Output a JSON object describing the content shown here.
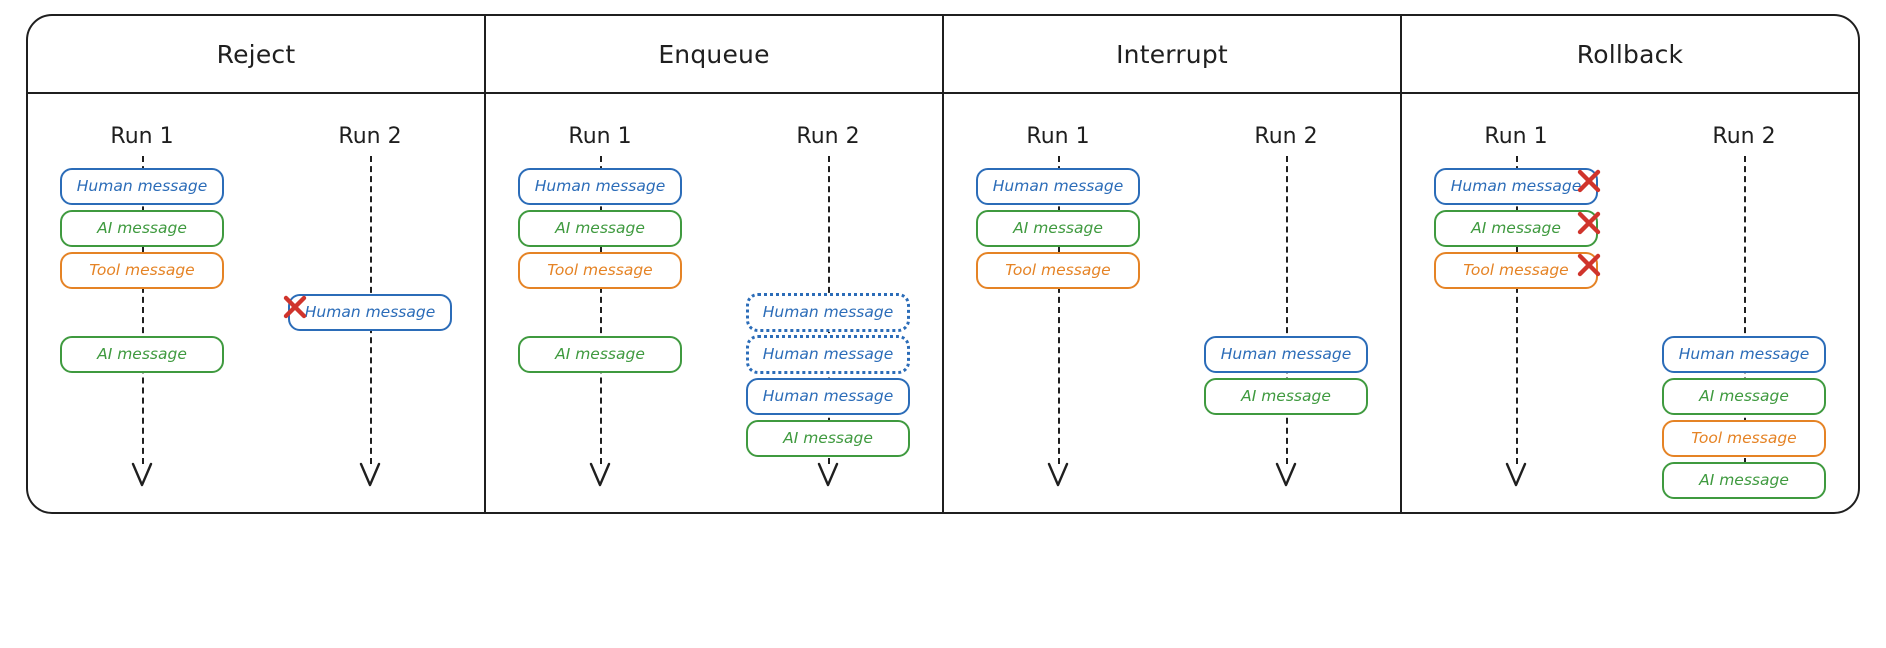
{
  "labels": {
    "human": "Human message",
    "ai": "AI message",
    "tool": "Tool message",
    "run1": "Run 1",
    "run2": "Run 2"
  },
  "colors": {
    "human": "#2b6cb8",
    "ai": "#3f9a3f",
    "tool": "#e58325",
    "reject_x": "#d0342c",
    "frame": "#1f1f1f",
    "background": "#ffffff"
  },
  "panels": [
    {
      "title": "Reject",
      "columns": [
        {
          "label": "Run 1",
          "messages": [
            {
              "type": "human",
              "text": "Human message",
              "style": "solid"
            },
            {
              "type": "ai",
              "text": "AI message",
              "style": "solid"
            },
            {
              "type": "tool",
              "text": "Tool message",
              "style": "solid"
            },
            {
              "type": "gap",
              "text": ""
            },
            {
              "type": "ai",
              "text": "AI message",
              "style": "solid"
            }
          ]
        },
        {
          "label": "Run 2",
          "messages": [
            {
              "type": "gap",
              "text": ""
            },
            {
              "type": "gap",
              "text": ""
            },
            {
              "type": "gap",
              "text": ""
            },
            {
              "type": "human",
              "text": "Human message",
              "style": "solid",
              "rejected": true
            }
          ]
        }
      ]
    },
    {
      "title": "Enqueue",
      "columns": [
        {
          "label": "Run 1",
          "messages": [
            {
              "type": "human",
              "text": "Human message",
              "style": "solid"
            },
            {
              "type": "ai",
              "text": "AI message",
              "style": "solid"
            },
            {
              "type": "tool",
              "text": "Tool message",
              "style": "solid"
            },
            {
              "type": "gap",
              "text": ""
            },
            {
              "type": "ai",
              "text": "AI message",
              "style": "solid"
            }
          ]
        },
        {
          "label": "Run 2",
          "messages": [
            {
              "type": "gap",
              "text": ""
            },
            {
              "type": "gap",
              "text": ""
            },
            {
              "type": "gap",
              "text": ""
            },
            {
              "type": "human",
              "text": "Human message",
              "style": "dotted"
            },
            {
              "type": "human",
              "text": "Human message",
              "style": "dotted"
            },
            {
              "type": "human",
              "text": "Human message",
              "style": "solid"
            },
            {
              "type": "ai",
              "text": "AI message",
              "style": "solid"
            }
          ]
        }
      ]
    },
    {
      "title": "Interrupt",
      "columns": [
        {
          "label": "Run 1",
          "messages": [
            {
              "type": "human",
              "text": "Human message",
              "style": "solid"
            },
            {
              "type": "ai",
              "text": "AI message",
              "style": "solid"
            },
            {
              "type": "tool",
              "text": "Tool message",
              "style": "solid"
            }
          ]
        },
        {
          "label": "Run 2",
          "messages": [
            {
              "type": "gap",
              "text": ""
            },
            {
              "type": "gap",
              "text": ""
            },
            {
              "type": "gap",
              "text": ""
            },
            {
              "type": "gap",
              "text": ""
            },
            {
              "type": "human",
              "text": "Human message",
              "style": "solid"
            },
            {
              "type": "ai",
              "text": "AI message",
              "style": "solid"
            }
          ]
        }
      ]
    },
    {
      "title": "Rollback",
      "columns": [
        {
          "label": "Run 1",
          "messages": [
            {
              "type": "human",
              "text": "Human message",
              "style": "solid",
              "rolledback": true
            },
            {
              "type": "ai",
              "text": "AI message",
              "style": "solid",
              "rolledback": true
            },
            {
              "type": "tool",
              "text": "Tool message",
              "style": "solid",
              "rolledback": true
            }
          ]
        },
        {
          "label": "Run 2",
          "messages": [
            {
              "type": "gap",
              "text": ""
            },
            {
              "type": "gap",
              "text": ""
            },
            {
              "type": "gap",
              "text": ""
            },
            {
              "type": "gap",
              "text": ""
            },
            {
              "type": "human",
              "text": "Human message",
              "style": "solid"
            },
            {
              "type": "ai",
              "text": "AI message",
              "style": "solid"
            },
            {
              "type": "tool",
              "text": "Tool message",
              "style": "solid"
            },
            {
              "type": "ai",
              "text": "AI message",
              "style": "solid"
            }
          ]
        }
      ]
    }
  ]
}
